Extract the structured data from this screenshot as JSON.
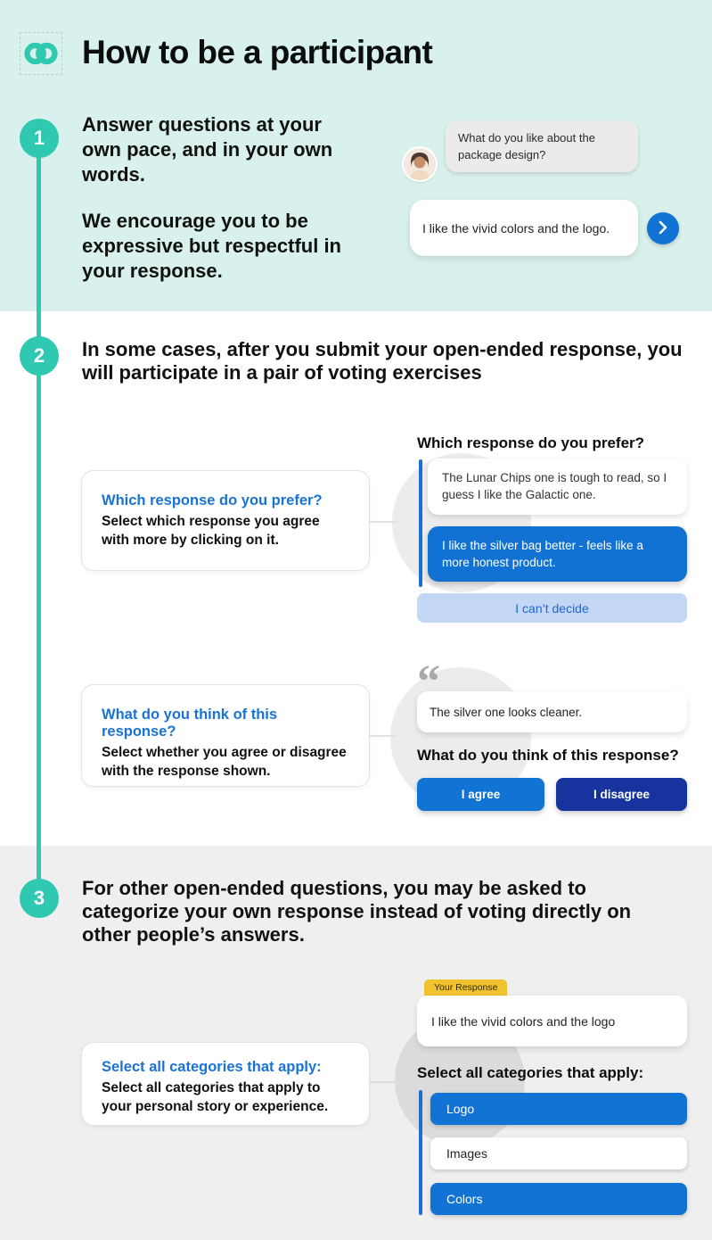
{
  "header": {
    "title": "How to be a participant",
    "logo_icon": "infinity-logo"
  },
  "colors": {
    "mint_background": "#d9f1ec",
    "teal_accent": "#2fc8b0",
    "blue_primary": "#1173d4",
    "blue_heading": "#1a73d4",
    "navy": "#17349e",
    "light_blue_button": "#c3d6f4",
    "yellow_tag": "#f0c22e",
    "gray_section": "#efefef"
  },
  "steps": [
    {
      "number": "1"
    },
    {
      "number": "2",
      "heading": "In some cases, after you submit your open-ended response, you will participate in a pair of voting  exercises"
    },
    {
      "number": "3",
      "heading": "For other open-ended questions, you may be asked to categorize your own response instead of voting directly on other people’s answers."
    }
  ],
  "step1": {
    "paragraph1": "Answer questions at your own pace, and in your own words.",
    "paragraph2": "We encourage you to be expressive but respectful in your response.",
    "chat": {
      "question": "What do you like about the package design?",
      "answer": "I like the vivid colors and the logo.",
      "send_icon": "chevron-right"
    }
  },
  "exercise1": {
    "card_title": "Which response do you prefer?",
    "card_body": "Select which response you agree with more by clicking on it.",
    "panel_title": "Which response do you prefer?",
    "options": [
      {
        "text": "The Lunar Chips one is tough to read, so I guess I like the Galactic one.",
        "selected": false
      },
      {
        "text": "I like the silver bag better - feels like a more honest product.",
        "selected": true
      }
    ],
    "cant_decide_label": "I can’t decide"
  },
  "exercise2": {
    "card_title": "What do you think of this response?",
    "card_body": "Select whether you agree or disagree with the response shown.",
    "quote_icon": "“",
    "quote_text": "The silver one looks cleaner.",
    "panel_title": "What do you think of this response?",
    "agree_label": "I agree",
    "disagree_label": "I disagree"
  },
  "exercise3": {
    "card_title": "Select all categories that apply:",
    "card_body": "Select all categories that apply to your personal story or experience.",
    "tag_label": "Your Response",
    "response_text": "I like the vivid colors and the logo",
    "panel_title": "Select all categories that apply:",
    "categories": [
      {
        "label": "Logo",
        "selected": true
      },
      {
        "label": "Images",
        "selected": false
      },
      {
        "label": "Colors",
        "selected": true
      }
    ]
  }
}
